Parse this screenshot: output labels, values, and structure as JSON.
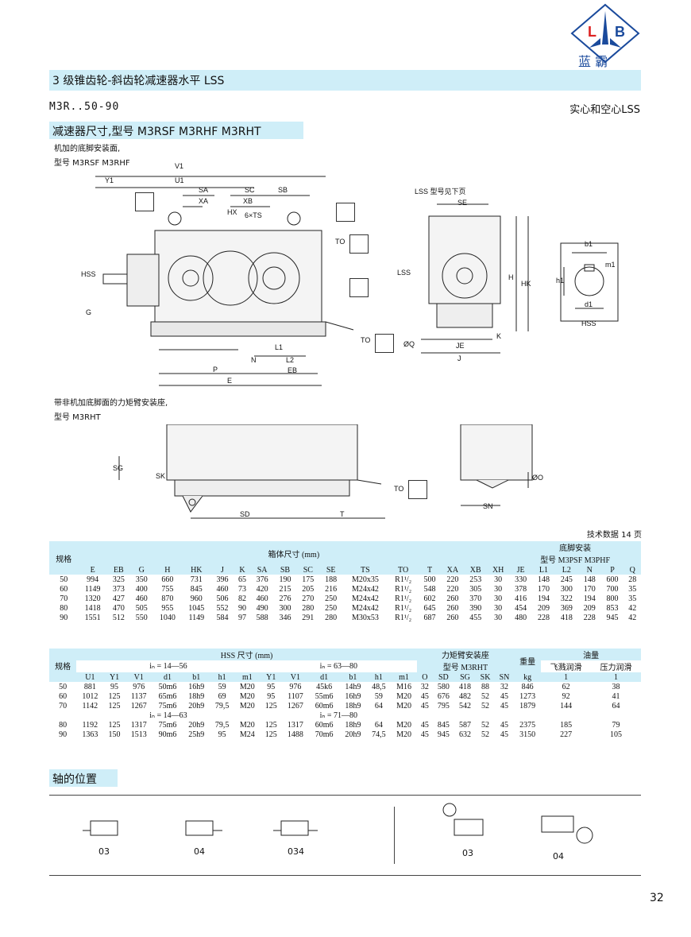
{
  "logo": {
    "letters": "LB",
    "name": "蓝  霸"
  },
  "header": {
    "title": "3 级锥齿轮-斜齿轮减速器水平 LSS",
    "code": "M3R..50-90",
    "variant": "实心和空心LSS"
  },
  "section1": {
    "title": "减速器尺寸,型号 M3RSF M3RHF M3RHT",
    "foot_note": "机加的底脚安装面,",
    "foot_models": "型号 M3RSF M3RHF",
    "lss_note": "LSS 型号见下页",
    "torque_note": "带非机加底脚面的力矩臂安装座,",
    "torque_models": "型号 M3RHT",
    "dim_labels": [
      "V1",
      "Y1",
      "U1",
      "SA",
      "SC",
      "SB",
      "XA",
      "XB",
      "HX",
      "6×TS",
      "TO",
      "HSS",
      "G",
      "L1",
      "N",
      "L2",
      "EB",
      "P",
      "E",
      "TO",
      "ØQ",
      "SE",
      "LSS",
      "H",
      "HK",
      "JE",
      "J",
      "K",
      "b1",
      "m1",
      "h1",
      "d1",
      "HSS",
      "SG",
      "SK",
      "SD",
      "T",
      "TO",
      "ØO",
      "SN"
    ],
    "tech_ref": "技术数据 14 页"
  },
  "table1": {
    "model_label": "规格",
    "group1": "箱体尺寸 (mm)",
    "group2": "底脚安装",
    "group2_sub": "型号 M3PSF M3PHF",
    "columns": [
      "E",
      "EB",
      "G",
      "H",
      "HK",
      "J",
      "K",
      "SA",
      "SB",
      "SC",
      "SE",
      "TS",
      "TO",
      "T",
      "XA",
      "XB",
      "XH",
      "JE",
      "L1",
      "L2",
      "N",
      "P",
      "Q"
    ],
    "rows": [
      [
        "50",
        "994",
        "325",
        "350",
        "660",
        "731",
        "396",
        "65",
        "376",
        "190",
        "175",
        "188",
        "M20x35",
        "R1¹/₂",
        "500",
        "220",
        "253",
        "30",
        "330",
        "148",
        "245",
        "148",
        "600",
        "28"
      ],
      [
        "60",
        "1149",
        "373",
        "400",
        "755",
        "845",
        "460",
        "73",
        "420",
        "215",
        "205",
        "216",
        "M24x42",
        "R1¹/₂",
        "548",
        "220",
        "305",
        "30",
        "378",
        "170",
        "300",
        "170",
        "700",
        "35"
      ],
      [
        "70",
        "1320",
        "427",
        "460",
        "870",
        "960",
        "506",
        "82",
        "460",
        "276",
        "270",
        "250",
        "M24x42",
        "R1¹/₂",
        "602",
        "260",
        "370",
        "30",
        "416",
        "194",
        "322",
        "194",
        "800",
        "35"
      ],
      [
        "80",
        "1418",
        "470",
        "505",
        "955",
        "1045",
        "552",
        "90",
        "490",
        "300",
        "280",
        "250",
        "M24x42",
        "R1¹/₂",
        "645",
        "260",
        "390",
        "30",
        "454",
        "209",
        "369",
        "209",
        "853",
        "42"
      ],
      [
        "90",
        "1551",
        "512",
        "550",
        "1040",
        "1149",
        "584",
        "97",
        "588",
        "346",
        "291",
        "280",
        "M30x53",
        "R1¹/₂",
        "687",
        "260",
        "455",
        "30",
        "480",
        "228",
        "418",
        "228",
        "945",
        "42"
      ]
    ]
  },
  "table2": {
    "model_label": "规格",
    "group_hss": "HSS 尺寸 (mm)",
    "ratio_a": "iₙ = 14—56",
    "ratio_b": "iₙ = 63—80",
    "ratio_c": "iₙ = 14—63",
    "ratio_d": "iₙ = 71—80",
    "group_torque": "力矩臂安装座",
    "group_torque_sub": "型号 M3RHT",
    "group_weight": "重量",
    "group_oil": "油量",
    "oil_splash": "飞溅润滑",
    "oil_press": "压力润滑",
    "columns": [
      "U1",
      "Y1",
      "V1",
      "d1",
      "b1",
      "h1",
      "m1",
      "Y1",
      "V1",
      "d1",
      "b1",
      "h1",
      "m1",
      "O",
      "SD",
      "SG",
      "SK",
      "SN",
      "kg",
      "1",
      "1"
    ],
    "rows_a": [
      [
        "50",
        "881",
        "95",
        "976",
        "50m6",
        "16h9",
        "59",
        "M20",
        "95",
        "976",
        "45k6",
        "14h9",
        "48,5",
        "M16",
        "32",
        "580",
        "418",
        "88",
        "32",
        "846",
        "62",
        "38"
      ],
      [
        "60",
        "1012",
        "125",
        "1137",
        "65m6",
        "18h9",
        "69",
        "M20",
        "95",
        "1107",
        "55m6",
        "16h9",
        "59",
        "M20",
        "45",
        "676",
        "482",
        "52",
        "45",
        "1273",
        "92",
        "41"
      ],
      [
        "70",
        "1142",
        "125",
        "1267",
        "75m6",
        "20h9",
        "79,5",
        "M20",
        "125",
        "1267",
        "60m6",
        "18h9",
        "64",
        "M20",
        "45",
        "795",
        "542",
        "52",
        "45",
        "1879",
        "144",
        "64"
      ]
    ],
    "rows_b": [
      [
        "80",
        "1192",
        "125",
        "1317",
        "75m6",
        "20h9",
        "79,5",
        "M20",
        "125",
        "1317",
        "60m6",
        "18h9",
        "64",
        "M20",
        "45",
        "845",
        "587",
        "52",
        "45",
        "2375",
        "185",
        "79"
      ],
      [
        "90",
        "1363",
        "150",
        "1513",
        "90m6",
        "25h9",
        "95",
        "M24",
        "125",
        "1488",
        "70m6",
        "20h9",
        "74,5",
        "M20",
        "45",
        "945",
        "632",
        "52",
        "45",
        "3150",
        "227",
        "105"
      ]
    ]
  },
  "shaft_section": {
    "title": "轴的位置",
    "positions": [
      "03",
      "04",
      "034",
      "03",
      "04"
    ]
  },
  "page_number": "32"
}
